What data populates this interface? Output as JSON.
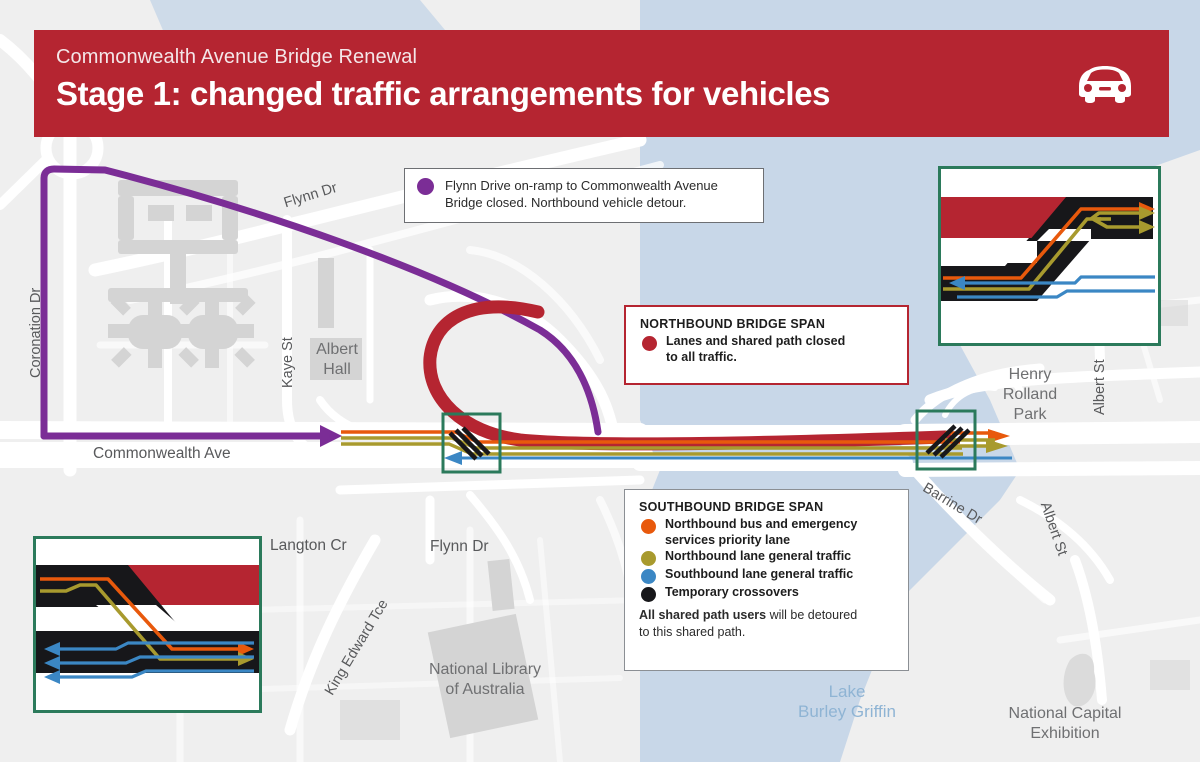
{
  "header": {
    "kicker": "Commonwealth Avenue Bridge Renewal",
    "title": "Stage 1: changed traffic arrangements for vehicles",
    "icon": "car-icon",
    "background_color": "#b52531",
    "text_color": "#ffffff"
  },
  "callouts": {
    "detour": {
      "marker_color": "#7b2d96",
      "line1": "Flynn Drive on-ramp to Commonwealth Avenue",
      "line2": "Bridge closed. Northbound vehicle detour."
    },
    "northbound": {
      "heading": "NORTHBOUND BRIDGE SPAN",
      "border_color": "#b52531",
      "items": [
        {
          "color": "#b52531",
          "line1": "Lanes and shared path closed",
          "line2": "to all traffic."
        }
      ]
    },
    "southbound": {
      "heading": "SOUTHBOUND BRIDGE SPAN",
      "items": [
        {
          "color": "#e8590c",
          "line1": "Northbound bus and emergency",
          "line2": "services priority lane"
        },
        {
          "color": "#a89a2e",
          "line1": "Northbound lane general traffic",
          "line2": ""
        },
        {
          "color": "#3b87c4",
          "line1": "Southbound lane general traffic",
          "line2": ""
        },
        {
          "color": "#17171a",
          "line1": "Temporary crossovers",
          "line2": ""
        }
      ],
      "note_bold": "All shared path users",
      "note_rest": " will be detoured",
      "note_line2": "to this shared path."
    }
  },
  "insets": {
    "border_color": "#2b7a5b",
    "north": {
      "name": "north-crossover-detail"
    },
    "south": {
      "name": "south-crossover-detail"
    }
  },
  "map": {
    "labels": [
      {
        "id": "coronation-dr",
        "text": "Coronation Dr"
      },
      {
        "id": "flynn-dr-north",
        "text": "Flynn Dr"
      },
      {
        "id": "kaye-st",
        "text": "Kaye St"
      },
      {
        "id": "albert-hall",
        "text": "Albert\nHall"
      },
      {
        "id": "commonwealth-ave",
        "text": "Commonwealth Ave"
      },
      {
        "id": "langton-cr",
        "text": "Langton Cr"
      },
      {
        "id": "flynn-dr-south",
        "text": "Flynn Dr"
      },
      {
        "id": "king-edward-tce",
        "text": "King Edward Tce"
      },
      {
        "id": "national-library",
        "text": "National Library\nof Australia"
      },
      {
        "id": "lake-burley-griffin",
        "text": "Lake\nBurley Griffin"
      },
      {
        "id": "henry-rolland-park",
        "text": "Henry\nRolland\nPark"
      },
      {
        "id": "albert-st-upper",
        "text": "Albert St"
      },
      {
        "id": "albert-st-lower",
        "text": "Albert St"
      },
      {
        "id": "barrine-dr",
        "text": "Barrine Dr"
      },
      {
        "id": "national-capital-exhibition",
        "text": "National Capital\nExhibition"
      }
    ],
    "label_text": {
      "coronation_dr": "Coronation Dr",
      "flynn_dr_north": "Flynn Dr",
      "kaye_st": "Kaye St",
      "albert_hall_l1": "Albert",
      "albert_hall_l2": "Hall",
      "commonwealth_ave": "Commonwealth Ave",
      "langton_cr": "Langton Cr",
      "flynn_dr_south": "Flynn Dr",
      "king_edward_tce": "King Edward Tce",
      "national_library_l1": "National Library",
      "national_library_l2": "of Australia",
      "lake_l1": "Lake",
      "lake_l2": "Burley Griffin",
      "henry_rolland_l1": "Henry",
      "henry_rolland_l2": "Rolland",
      "henry_rolland_l3": "Park",
      "albert_st_upper": "Albert St",
      "albert_st_lower": "Albert St",
      "barrine_dr": "Barrine Dr",
      "nce_l1": "National Capital",
      "nce_l2": "Exhibition"
    },
    "colors": {
      "land": "#efefef",
      "water": "#c8d7e8",
      "road": "#ffffff",
      "building": "#d4d4d4",
      "detour_route": "#7b2d96",
      "closed_span": "#b52531",
      "bus_lane": "#e8590c",
      "northbound_lane": "#a89a2e",
      "southbound_lane": "#3b87c4",
      "crossover": "#17171a",
      "inset_border": "#2b7a5b"
    }
  }
}
